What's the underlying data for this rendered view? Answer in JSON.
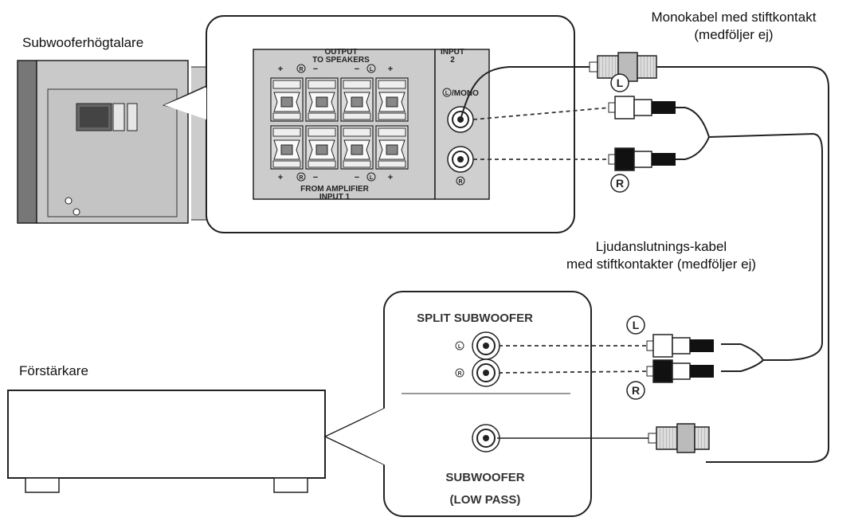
{
  "labels": {
    "subwoofer": "Subwooferhögtalare",
    "mono_cable_line1": "Monokabel med stiftkontakt",
    "mono_cable_line2": "(medföljer ej)",
    "audio_cable_line1": "Ljudanslutnings-kabel",
    "audio_cable_line2": "med stiftkontakter (medföljer ej)",
    "amplifier": "Förstärkare"
  },
  "subwoofer_panel": {
    "output_label": "OUTPUT",
    "to_speakers_label": "TO SPEAKERS",
    "from_amplifier_label": "FROM AMPLIFIER",
    "input1_label": "INPUT 1",
    "input2_label_a": "INPUT",
    "input2_label_b": "2",
    "mono_label": "/MONO",
    "plus": "+",
    "minus": "−",
    "left_mark": "L",
    "right_mark": "R"
  },
  "amp_panel": {
    "split_title": "SPLIT SUBWOOFER",
    "sub_title": "SUBWOOFER",
    "low_pass": "(LOW PASS)",
    "left_mark": "L",
    "right_mark": "R"
  },
  "plug_marks": {
    "left": "L",
    "right": "R"
  }
}
